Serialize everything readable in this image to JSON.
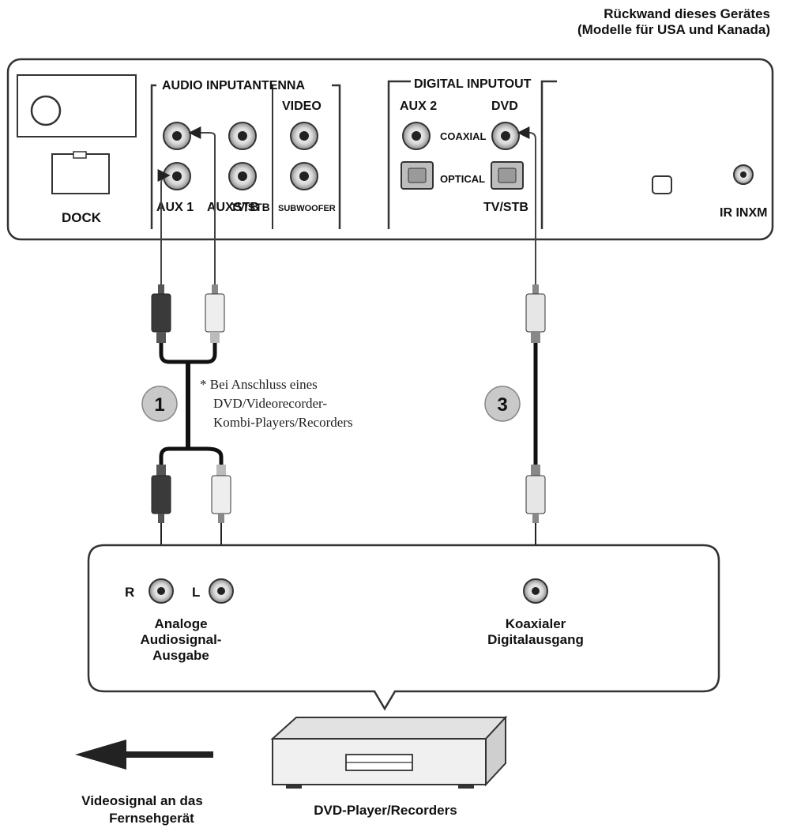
{
  "header": {
    "line1": "Rückwand dieses Gerätes",
    "line2": "(Modelle für USA und Kanada)"
  },
  "rear_panel": {
    "dock_label": "DOCK",
    "audio_input_label": "AUDIO INPUTANTENNA",
    "video_label": "VIDEO",
    "aux1_label": "AUX 1",
    "aux_stb_label": "AUXSTB",
    "tvstb_label": "TV/STB",
    "subwoofer_label": "SUBWOOFER",
    "digital_input_label": "DIGITAL INPUTOUT",
    "aux2_label": "AUX 2",
    "dvd_label": "DVD",
    "coaxial_label": "COAXIAL",
    "optical_label": "OPTICAL",
    "digital_tvstb_label": "TV/STB",
    "ir_label": "IR INXM"
  },
  "steps": {
    "step1": "1",
    "step3": "3"
  },
  "footnote": {
    "line1": "* Bei Anschluss eines",
    "line2": "DVD/Videorecorder-",
    "line3": "Kombi-Players/Recorders"
  },
  "device_panel": {
    "r_label": "R",
    "l_label": "L",
    "analog_line1": "Analoge",
    "analog_line2": "Audiosignal-",
    "analog_line3": "Ausgabe",
    "coax_line1": "Koaxialer",
    "coax_line2": "Digitalausgang"
  },
  "bottom": {
    "video_line1": "Videosignal an das",
    "video_line2": "Fernsehgerät",
    "device_label": "DVD-Player/Recorders"
  }
}
